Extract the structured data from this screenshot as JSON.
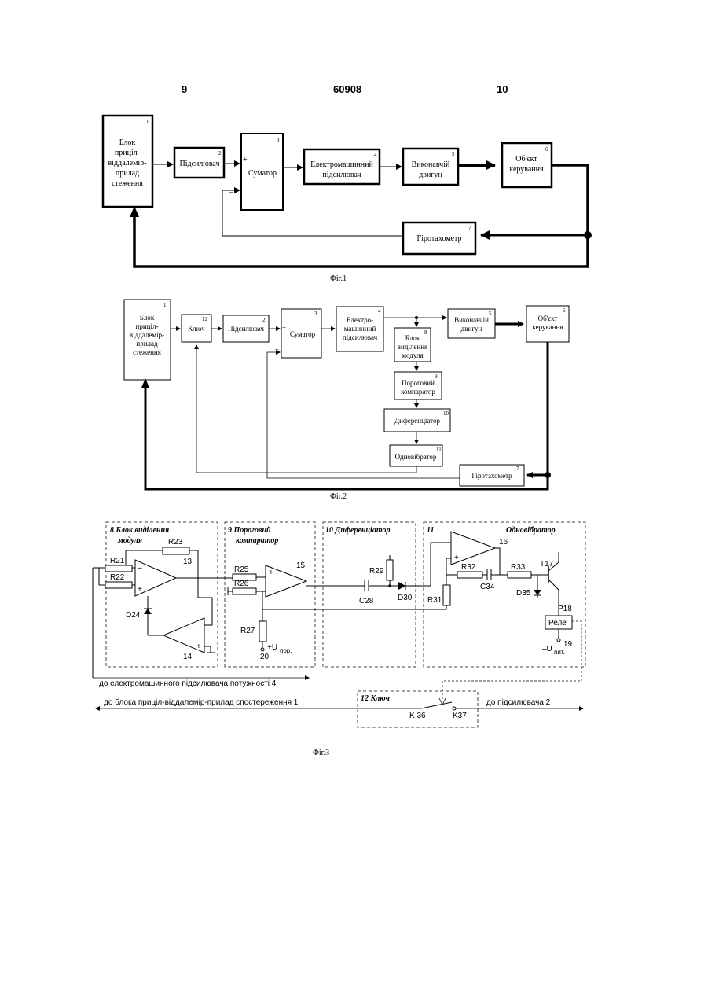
{
  "header": {
    "left_page": "9",
    "patent_number": "60908",
    "right_page": "10"
  },
  "fig1": {
    "caption": "Фіг.1",
    "blocks": [
      {
        "num": "1",
        "lines": [
          "Блок",
          "приціл-",
          "віддалемір-",
          "прилад",
          "стеження"
        ]
      },
      {
        "num": "2",
        "lines": [
          "Підсилювач"
        ]
      },
      {
        "num": "3",
        "lines": [
          "Суматор"
        ]
      },
      {
        "num": "4",
        "lines": [
          "Електромашинний",
          "підсилювач"
        ]
      },
      {
        "num": "5",
        "lines": [
          "Виконавчій",
          "двигун"
        ]
      },
      {
        "num": "6",
        "lines": [
          "Об'єкт",
          "керування"
        ]
      },
      {
        "num": "7",
        "lines": [
          "Гіротахометр"
        ]
      }
    ]
  },
  "fig2": {
    "caption": "Фіг.2",
    "blocks": [
      {
        "num": "1",
        "lines": [
          "Блок",
          "приціл-",
          "віддалемір-",
          "прилад",
          "стеження"
        ]
      },
      {
        "num": "12",
        "lines": [
          "Ключ"
        ]
      },
      {
        "num": "2",
        "lines": [
          "Підсилювач"
        ]
      },
      {
        "num": "3",
        "lines": [
          "Суматор"
        ]
      },
      {
        "num": "4",
        "lines": [
          "Електро-",
          "машинний",
          "підсилювач"
        ]
      },
      {
        "num": "5",
        "lines": [
          "Виконавчій",
          "двигун"
        ]
      },
      {
        "num": "6",
        "lines": [
          "Об'єкт",
          "керування"
        ]
      },
      {
        "num": "8",
        "lines": [
          "Блок",
          "виділення",
          "модуля"
        ]
      },
      {
        "num": "9",
        "lines": [
          "Пороговий",
          "компаратор"
        ]
      },
      {
        "num": "10",
        "lines": [
          "Диференціатор"
        ]
      },
      {
        "num": "11",
        "lines": [
          "Одновібратор"
        ]
      },
      {
        "num": "7",
        "lines": [
          "Гіротахометр"
        ]
      }
    ]
  },
  "fig3": {
    "caption": "Фіг.3",
    "sections": [
      {
        "label": "8  Блок виділення",
        "label2": "модуля"
      },
      {
        "label": "9  Пороговий",
        "label2": "компаратор"
      },
      {
        "label": "10  Диференціатор",
        "label2": ""
      },
      {
        "label": "11",
        "label2": "Одновібратор"
      },
      {
        "label": "12  Ключ",
        "label2": ""
      }
    ],
    "components": [
      "R23",
      "R21",
      "R22",
      "13",
      "D24",
      "14",
      "R25",
      "R26",
      "15",
      "R27",
      "+U",
      "пор.",
      "20",
      "R29",
      "C28",
      "D30",
      "16",
      "R32",
      "C34",
      "R31",
      "R33",
      "T17",
      "D35",
      "P18",
      "Реле",
      "–U",
      "пит.",
      "19",
      "K 36",
      "K37"
    ],
    "wires": {
      "to_amp": "до електромашинного підсилювача потужності  4",
      "to_sight": "до блока приціл-віддалемір-прилад спостереження 1",
      "to_preamp": "до підсилювача 2"
    }
  }
}
